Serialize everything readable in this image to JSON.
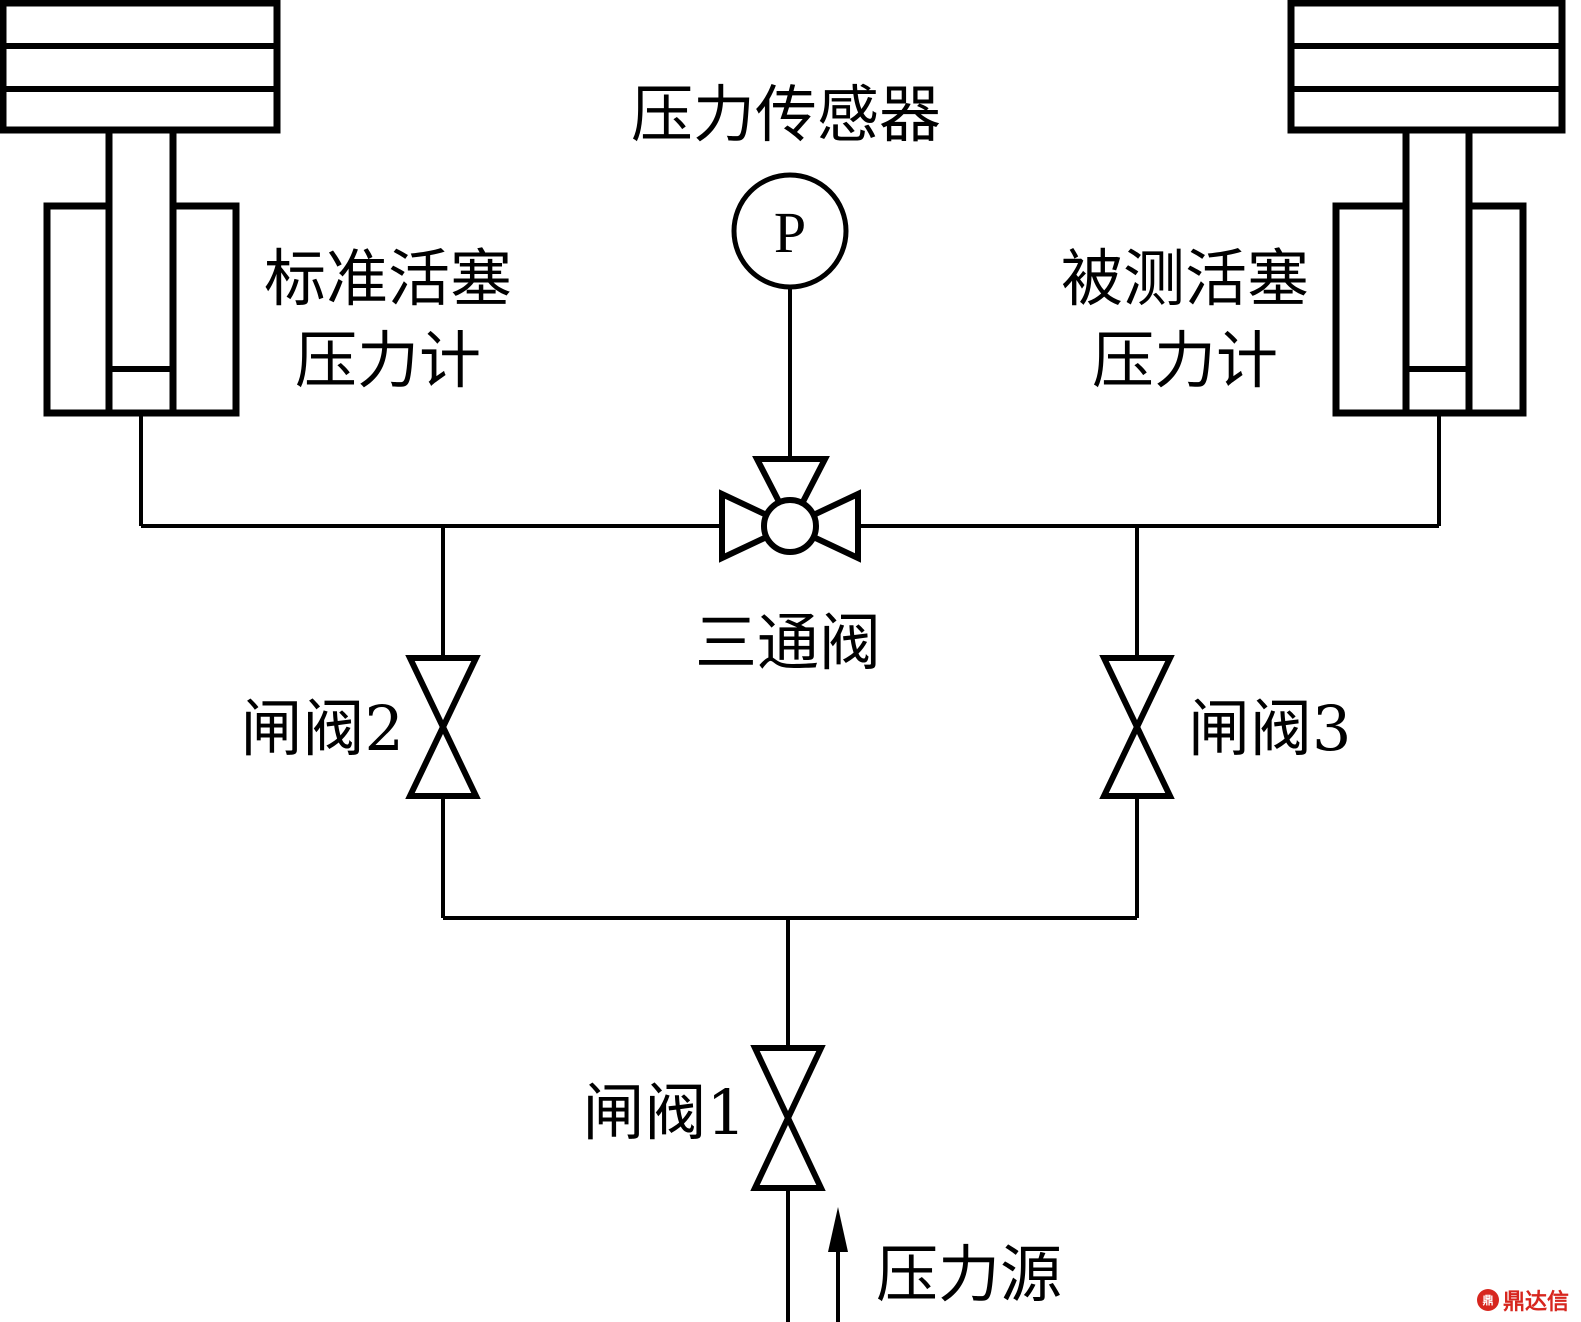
{
  "diagram": {
    "labels": {
      "pressure_sensor": "压力传感器",
      "sensor_symbol": "P",
      "standard_piston_line1": "标准活塞",
      "standard_piston_line2": "压力计",
      "tested_piston_line1": "被测活塞",
      "tested_piston_line2": "压力计",
      "three_way_valve": "三通阀",
      "gate_valve_1": "闸阀1",
      "gate_valve_2": "闸阀2",
      "gate_valve_3": "闸阀3",
      "pressure_source": "压力源"
    },
    "watermark": {
      "text": "鼎达信",
      "icon_glyph": "鼎",
      "color": "#d7261e"
    }
  }
}
